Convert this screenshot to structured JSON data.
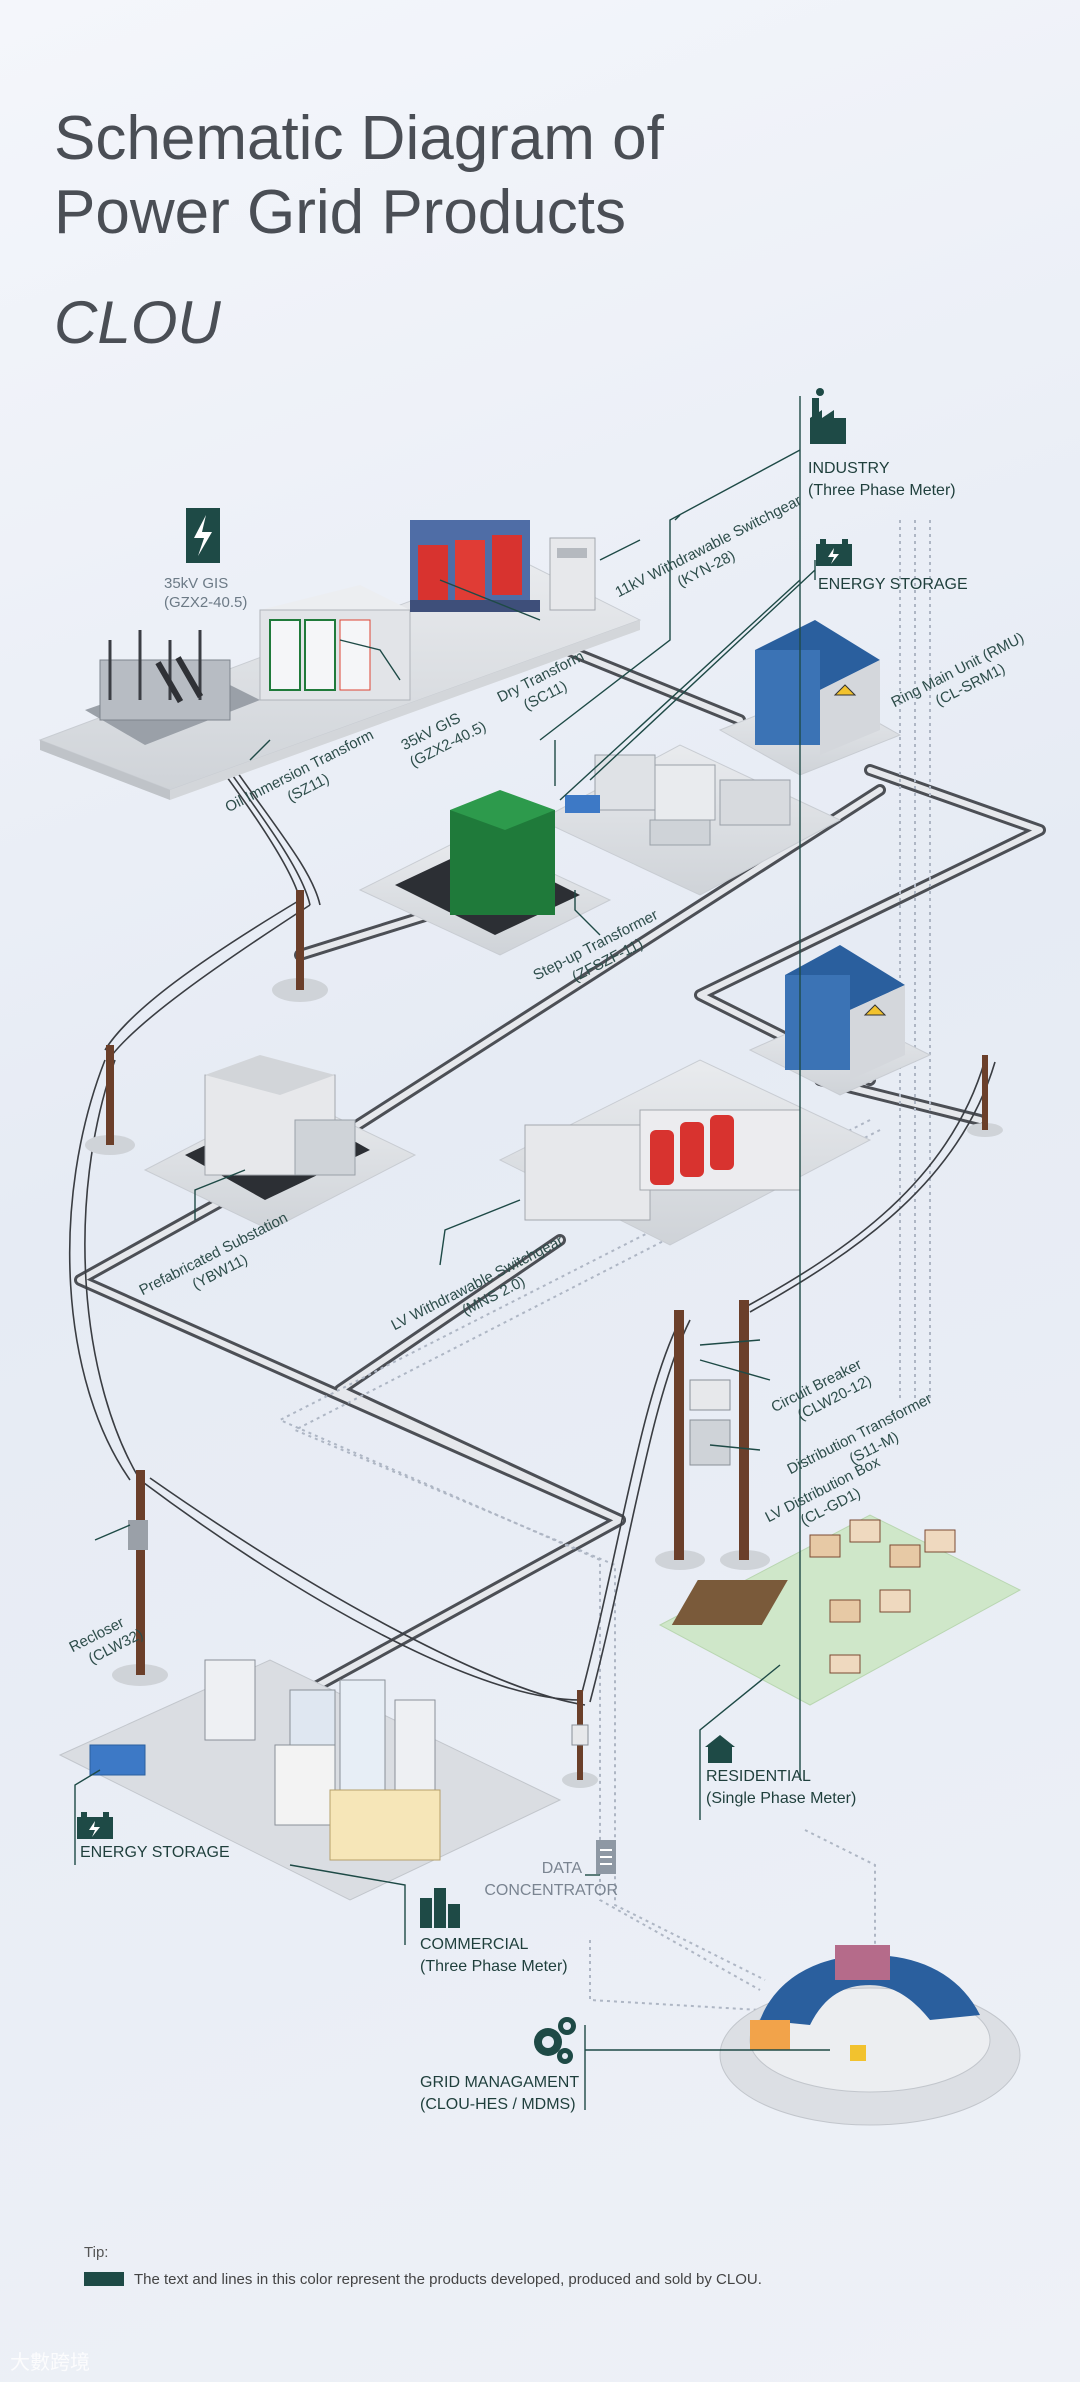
{
  "title_line1": "Schematic Diagram of",
  "title_line2": "Power Grid Products",
  "brand": "CLOU",
  "labels": {
    "gis_top": "35kV GIS",
    "gis_top_model": "(GZX2-40.5)",
    "kyn": "11kV Withdrawable Switchgear",
    "kyn_model": "(KYN-28)",
    "dry": "Dry Transform",
    "dry_model": "(SC11)",
    "gis_mid": "35kV GIS",
    "gis_mid_model": "(GZX2-40.5)",
    "oil": "Oil Immersion Transform",
    "oil_model": "(SZ11)",
    "rmu": "Ring Main Unit (RMU)",
    "rmu_model": "(CL-SRM1)",
    "stepup": "Step-up Transformer",
    "stepup_model": "(ZFSZF-11)",
    "prefab": "Prefabricated Substation",
    "prefab_model": "(YBW11)",
    "lv_switch": "LV Withdrawable Switchgear",
    "lv_switch_model": "(MNS 2.0)",
    "breaker": "Circuit Breaker",
    "breaker_model": "(CLW20-12)",
    "dist_tr": "Distribution Transformer",
    "dist_tr_model": "(S11-M)",
    "lv_box": "LV Distribution Box",
    "lv_box_model": "(CL-GD1)",
    "recloser": "Recloser",
    "recloser_model": "(CLW32)"
  },
  "categories": {
    "industry": "INDUSTRY",
    "industry_sub": "(Three Phase Meter)",
    "energy_top": "ENERGY STORAGE",
    "residential": "RESIDENTIAL",
    "residential_sub": "(Single Phase Meter)",
    "energy_bottom": "ENERGY STORAGE",
    "data_conc1": "DATA",
    "data_conc2": "CONCENTRATOR",
    "commercial": "COMMERCIAL",
    "commercial_sub": "(Three Phase Meter)",
    "grid": "GRID MANAGAMENT",
    "grid_sub": "(CLOU-HES / MDMS)"
  },
  "tip": {
    "title": "Tip:",
    "text": "The text and lines in this color represent the products developed, produced and sold by CLOU."
  },
  "watermark": "大數跨境",
  "colors": {
    "clou_green": "#1e4a46",
    "road": "#55585e",
    "red_transformer": "#d8332f",
    "blue_roof": "#2a5f9e",
    "green_transformer": "#1f7a3a"
  }
}
